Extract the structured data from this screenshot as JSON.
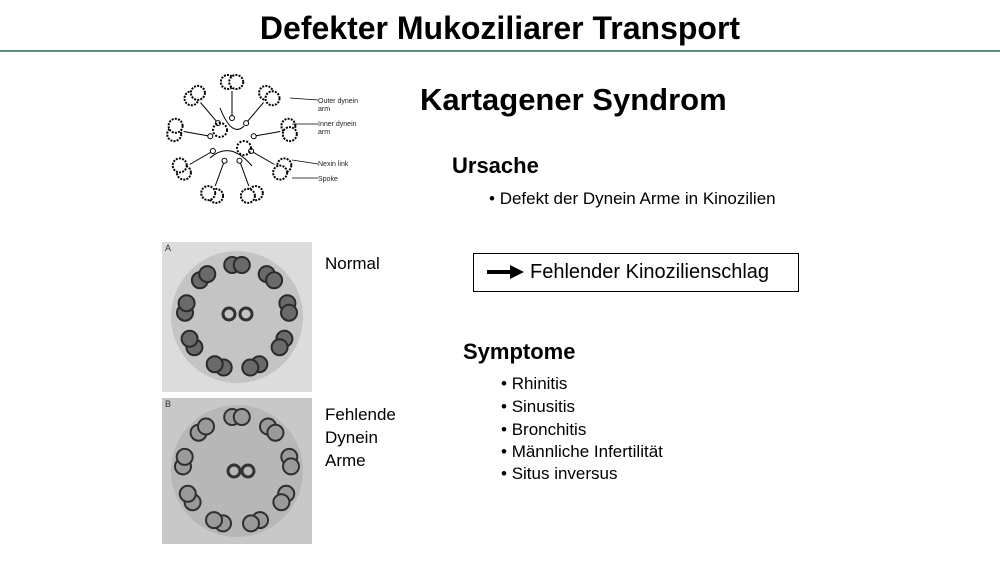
{
  "slide": {
    "title": "Defekter Mukoziliarer Transport",
    "subtitle": "Kartagener Syndrom"
  },
  "diagram": {
    "labels": [
      "Outer dynein",
      "arm",
      "Inner dynein",
      "arm",
      "Nexin link",
      "Spoke"
    ]
  },
  "micrographs": {
    "normal": {
      "panel_letter": "A",
      "caption": "Normal"
    },
    "defect": {
      "panel_letter": "B",
      "caption_lines": [
        "Fehlende",
        "Dynein",
        "Arme"
      ]
    }
  },
  "ursache": {
    "heading": "Ursache",
    "items": [
      "Defekt der Dynein Arme in Kinozilien"
    ]
  },
  "consequence": {
    "text": "Fehlender Kinozilienschlag",
    "icon": "right-arrow-icon"
  },
  "symptome": {
    "heading": "Symptome",
    "items": [
      "Rhinitis",
      "Sinusitis",
      "Bronchitis",
      "Männliche Infertilität",
      "Situs inversus"
    ]
  },
  "colors": {
    "rule": "#5b8f82"
  }
}
